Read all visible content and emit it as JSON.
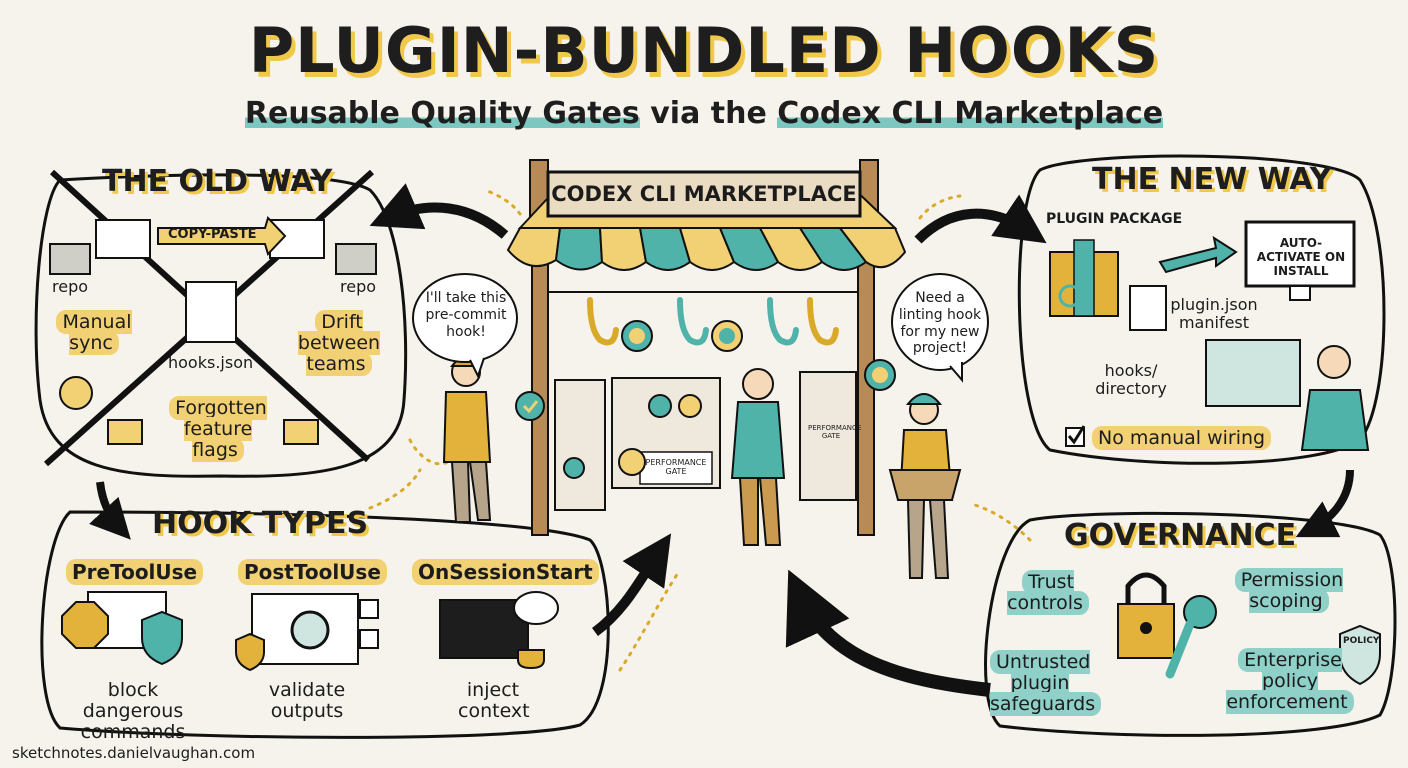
{
  "title": "PLUGIN-BUNDLED HOOKS",
  "subtitle": {
    "part1": "Reusable Quality Gates",
    "part2": " via the ",
    "part3": "Codex CLI Marketplace"
  },
  "old_way": {
    "title": "THE OLD WAY",
    "copy_paste": "COPY-PASTE",
    "repo_left": "repo",
    "repo_right": "repo",
    "manual_sync": "Manual sync",
    "hooks_json": "hooks.json",
    "drift": "Drift between teams",
    "forgotten": "Forgotten feature flags"
  },
  "marketplace": {
    "sign": "CODEX CLI MARKETPLACE",
    "bubble_left": "I'll take this pre-commit hook!",
    "bubble_right": "Need a linting hook for my new project!",
    "perf_gate": "PERFORMANCE GATE",
    "perf_gate_2": "PERFORMANCE GATE"
  },
  "new_way": {
    "title": "THE NEW WAY",
    "plugin_package": "PLUGIN PACKAGE",
    "auto_activate": "AUTO-ACTIVATE ON INSTALL",
    "manifest": "plugin.json manifest",
    "hooks_dir": "hooks/ directory",
    "no_manual": "No manual wiring"
  },
  "hook_types": {
    "title": "HOOK TYPES",
    "items": [
      {
        "name": "PreToolUse",
        "desc": "block dangerous commands"
      },
      {
        "name": "PostToolUse",
        "desc": "validate outputs"
      },
      {
        "name": "OnSessionStart",
        "desc": "inject context"
      }
    ]
  },
  "governance": {
    "title": "GOVERNANCE",
    "trust": "Trust controls",
    "permission": "Permission scoping",
    "untrusted": "Untrusted plugin safeguards",
    "enterprise": "Enterprise policy enforcement",
    "policy_badge": "POLICY"
  },
  "credit": "sketchnotes.danielvaughan.com",
  "colors": {
    "background": "#f6f3ec",
    "yellow": "#f0c84a",
    "teal": "#4fb3aa",
    "ink": "#1c1c1c"
  }
}
